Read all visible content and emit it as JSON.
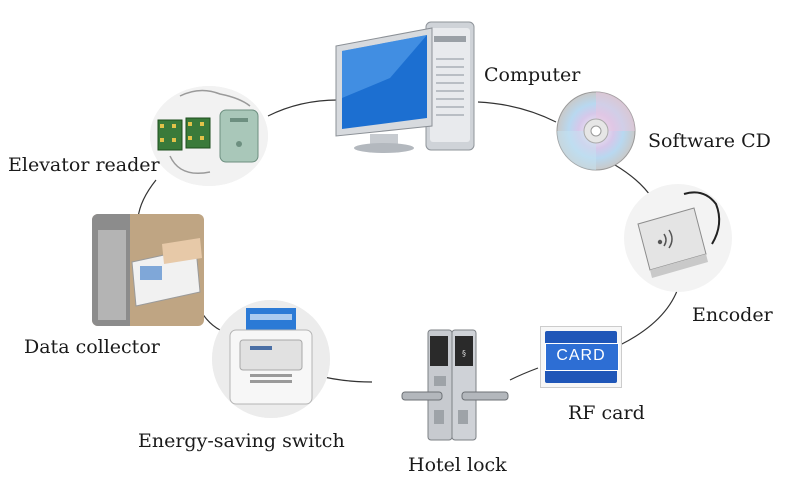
{
  "nodes": {
    "computer": {
      "label": "Computer"
    },
    "software_cd": {
      "label": "Software CD"
    },
    "encoder": {
      "label": "Encoder"
    },
    "rf_card": {
      "label": "RF card",
      "card_text": "CARD"
    },
    "hotel_lock": {
      "label": "Hotel lock"
    },
    "energy_switch": {
      "label": "Energy-saving switch"
    },
    "data_collector": {
      "label": "Data collector"
    },
    "elevator_reader": {
      "label": "Elevator reader"
    }
  },
  "colors": {
    "connector": "#333333",
    "card_blue": "#1f56b8",
    "monitor_screen": "#1c6fd1"
  }
}
